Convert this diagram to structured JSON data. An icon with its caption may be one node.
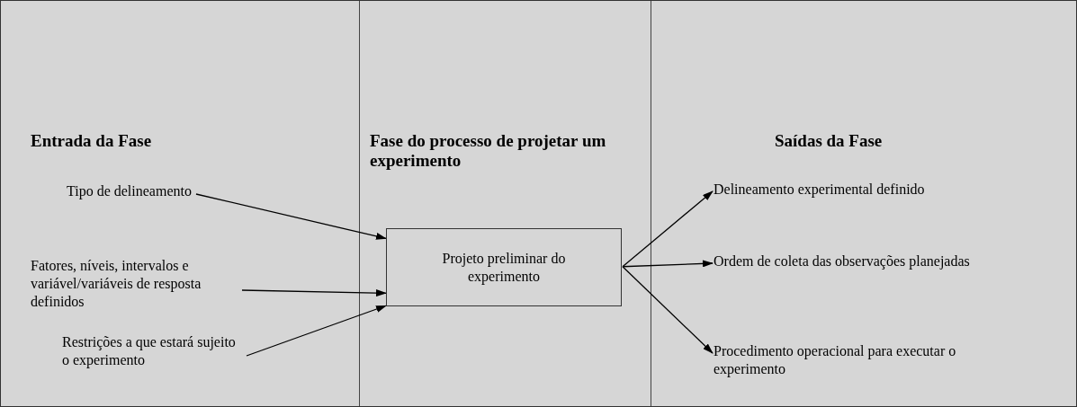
{
  "diagram": {
    "nodes": [
      {
        "text": [
          "Tipo de delineamento"
        ]
      },
      {
        "text": [
          "Fatores, níveis, intervalos e variável/variáveis de resposta definidos"
        ]
      },
      {
        "text": [
          "Restrições a que estará sujeito o experimento"
        ]
      },
      {
        "text": [
          "Projeto preliminar do experimento"
        ]
      },
      {
        "text": [
          "Delineamento experimental definido"
        ]
      },
      {
        "text": [
          "Ordem de coleta das observações planejadas"
        ]
      },
      {
        "text": [
          "Procedimento operacional para executar o experimento"
        ]
      }
    ],
    "edges": [
      {
        "from": 0,
        "to": 3,
        "arrow": "to"
      },
      {
        "from": 1,
        "to": 3,
        "arrow": "to"
      },
      {
        "from": 2,
        "to": 3,
        "arrow": "to"
      },
      {
        "from": 3,
        "to": 4,
        "arrow": "to"
      },
      {
        "from": 3,
        "to": 5,
        "arrow": "to"
      },
      {
        "from": 3,
        "to": 6,
        "arrow": "to"
      }
    ],
    "labels": [
      "Entrada da Fase",
      "Fase do processo de projetar um experimento",
      "Saídas da Fase"
    ]
  }
}
